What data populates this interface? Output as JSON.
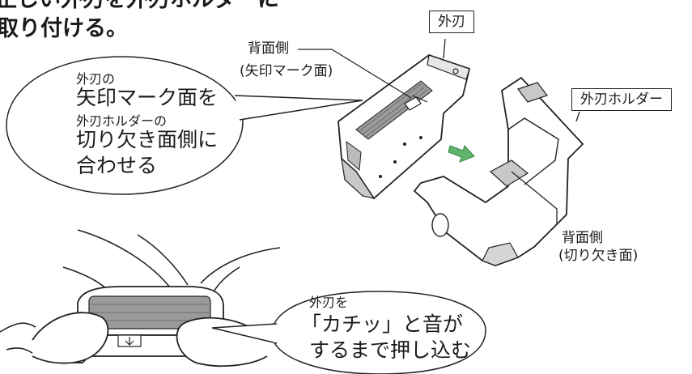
{
  "instruction": {
    "line1": "正しい外刃を外刃ホルダーに",
    "line2": "取り付ける。"
  },
  "labels": {
    "outer_blade": "外刃",
    "outer_blade_holder": "外刃ホルダー",
    "back_side_1": "背面側",
    "back_side_1_note": "(矢印マーク面)",
    "back_side_2": "背面側",
    "back_side_2_note": "(切り欠き面)"
  },
  "bubble_align": {
    "line1": "外刃の",
    "line2": "矢印マーク面を",
    "line3": "外刃ホルダーの",
    "line4": "切り欠き面側に",
    "line5": "合わせる"
  },
  "bubble_press": {
    "line1": "外刃を",
    "line2": "「カチッ」と音が",
    "line3": "するまで押し込む"
  },
  "colors": {
    "line": "#222222",
    "part_fill": "#ffffff",
    "part_shade": "#c8c8c8",
    "mesh": "#9a9a9a",
    "arrow": "#5fb36a"
  }
}
